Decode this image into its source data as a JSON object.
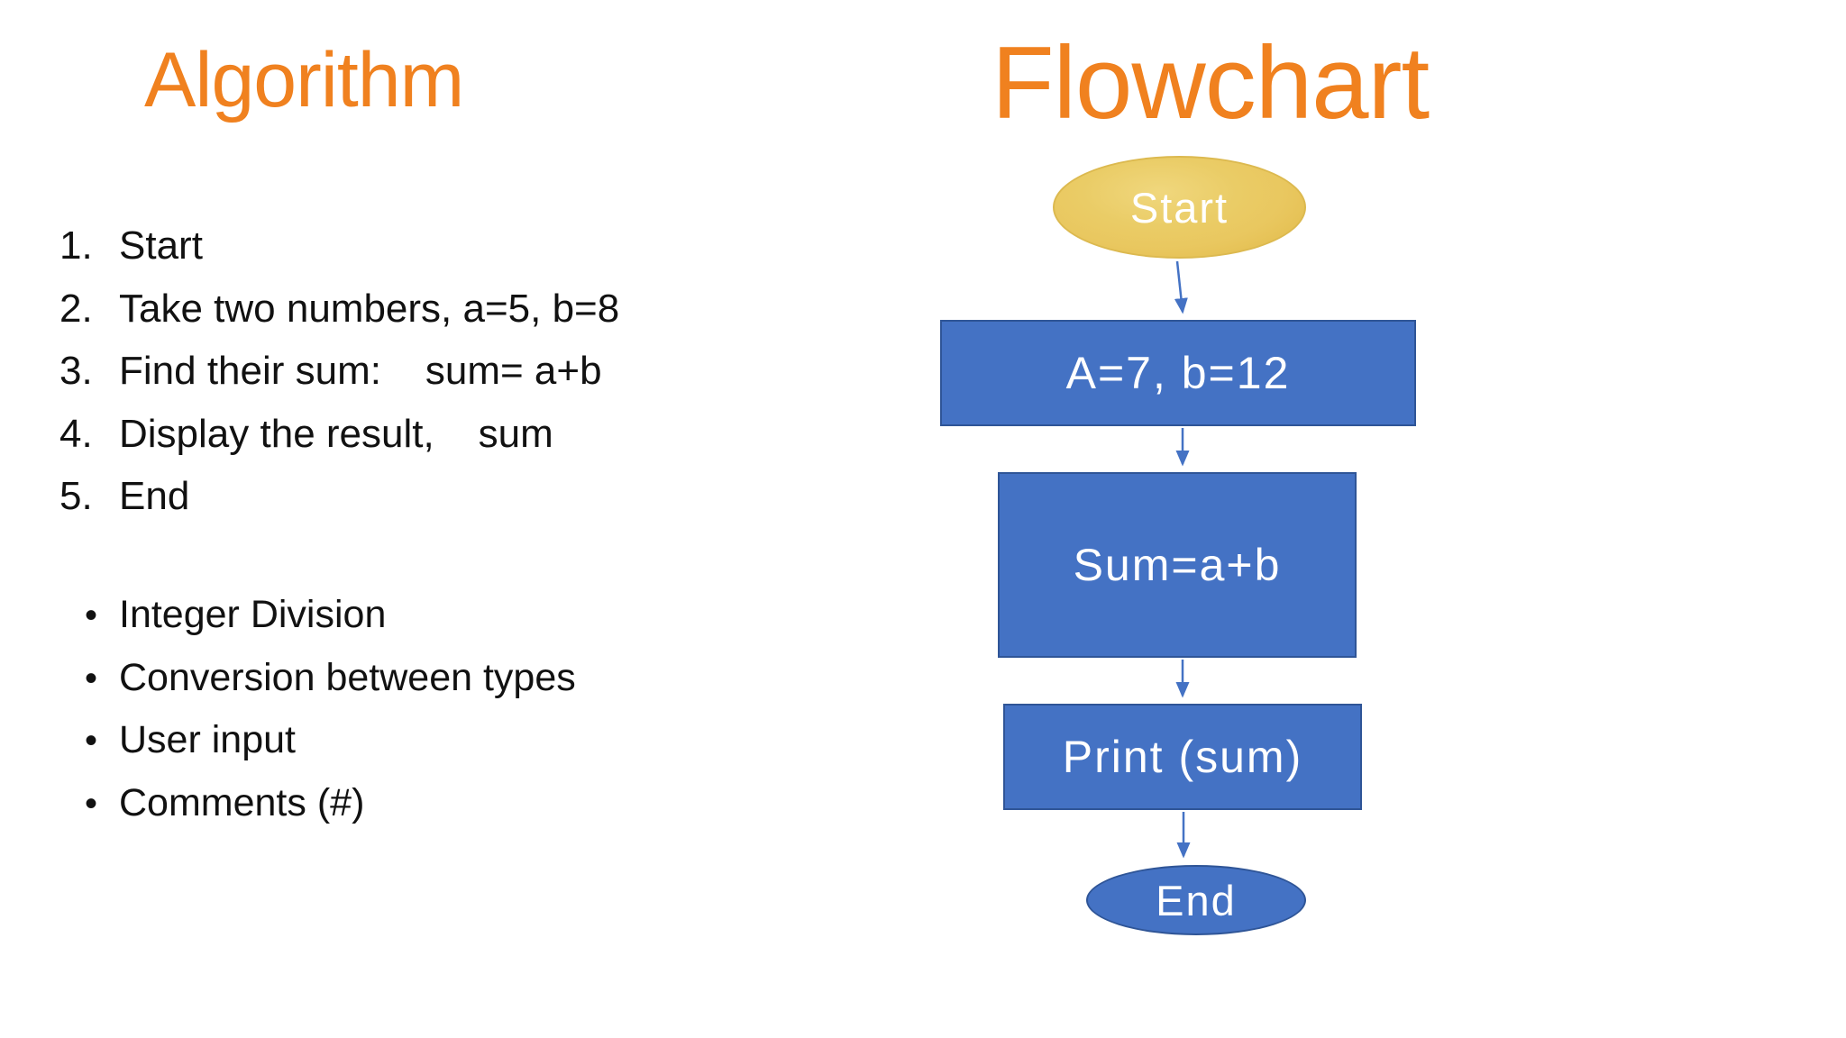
{
  "colors": {
    "accent-orange": "#F0811F",
    "node-blue": "#4472C4",
    "node-border": "#2F5597",
    "start-yellow": "#E9C75F",
    "start-yellow-border": "#DCB94F",
    "text-black": "#111111"
  },
  "titles": {
    "left": "Algorithm",
    "right": "Flowchart"
  },
  "algorithm": {
    "steps": [
      {
        "num": "1.",
        "text": "Start"
      },
      {
        "num": "2.",
        "text": "Take two numbers, a=5, b=8"
      },
      {
        "num": "3.",
        "text": "Find their sum:    sum= a+b"
      },
      {
        "num": "4.",
        "text": "Display the result,    sum"
      },
      {
        "num": "5.",
        "text": "End"
      }
    ],
    "bullet_char": "•",
    "notes": [
      {
        "text": "Integer Division"
      },
      {
        "text": "Conversion between types"
      },
      {
        "text": "User input"
      },
      {
        "text": "Comments (#)"
      }
    ]
  },
  "flowchart": {
    "start": {
      "label": "Start",
      "shape": "ellipse"
    },
    "assign": {
      "label": "A=7, b=12",
      "shape": "rectangle"
    },
    "sum": {
      "label": "Sum=a+b",
      "shape": "rectangle"
    },
    "print": {
      "label": "Print (sum)",
      "shape": "rectangle"
    },
    "end": {
      "label": "End",
      "shape": "ellipse"
    }
  }
}
